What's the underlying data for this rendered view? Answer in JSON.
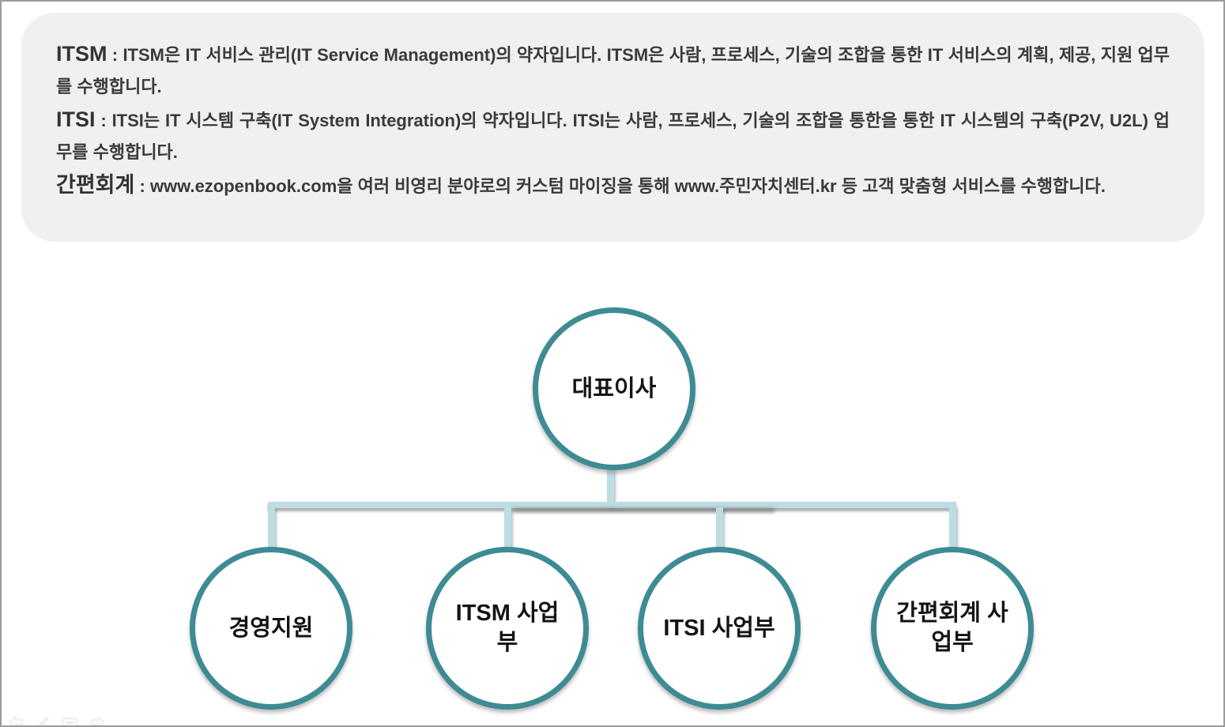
{
  "info": {
    "separator": " : ",
    "paragraphs": [
      {
        "term": "ITSM",
        "text": "ITSM은 IT 서비스 관리(IT Service Management)의 약자입니다. ITSM은 사람, 프로세스, 기술의 조합을 통한 IT 서비스의 계획, 제공, 지원 업무를 수행합니다."
      },
      {
        "term": "ITSI",
        "text": "ITSI는 IT 시스템 구축(IT System Integration)의 약자입니다. ITSI는 사람, 프로세스, 기술의 조합을 통한을 통한 IT 시스템의 구축(P2V, U2L) 업무를 수행합니다."
      },
      {
        "term": "간편회계",
        "text": "www.ezopenbook.com을 여러 비영리 분야로의 커스텀 마이징을 통해 www.주민자치센터.kr 등 고객 맞춤형 서비스를 수행합니다."
      }
    ]
  },
  "org_chart": {
    "root": {
      "label": "대표이사"
    },
    "children": [
      {
        "label": "경영지원"
      },
      {
        "label": "ITSM 사업부"
      },
      {
        "label": "ITSI 사업부"
      },
      {
        "label": "간편회계 사업부"
      }
    ]
  },
  "colors": {
    "circle_border": "#3e8b93",
    "connector": "#bcdde2",
    "info_box_bg": "#f0f0f0",
    "text": "#3a3a3a"
  }
}
